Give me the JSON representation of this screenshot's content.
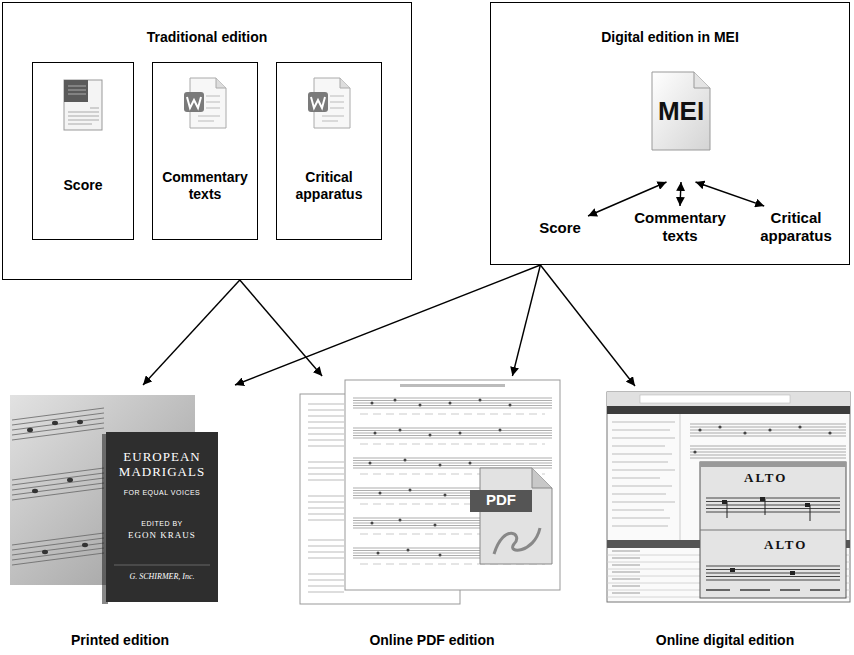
{
  "diagram": {
    "nodes": [
      {
        "text": [
          "Traditional edition"
        ]
      },
      {
        "text": [
          "Score"
        ],
        "in": 0
      },
      {
        "text": [
          "Commentary texts"
        ],
        "in": 0
      },
      {
        "text": [
          "Critical apparatus"
        ],
        "in": 0
      },
      {
        "text": [
          "Digital edition in MEI"
        ]
      },
      {
        "text": [
          "MEI"
        ],
        "in": 4
      },
      {
        "text": [
          "Score"
        ],
        "in": 4
      },
      {
        "text": [
          "Commentary texts"
        ],
        "in": 4
      },
      {
        "text": [
          "Critical apparatus"
        ],
        "in": 4
      },
      {
        "text": [
          "Printed edition"
        ]
      },
      {
        "text": [
          "Online PDF edition"
        ]
      },
      {
        "text": [
          "Online digital edition"
        ]
      }
    ],
    "edges": [
      {
        "from": 5,
        "to": 6,
        "arrow": "both"
      },
      {
        "from": 5,
        "to": 7,
        "arrow": "both"
      },
      {
        "from": 5,
        "to": 8,
        "arrow": "both"
      },
      {
        "from": 0,
        "to": 9,
        "arrow": "to"
      },
      {
        "from": 0,
        "to": 10,
        "arrow": "to"
      },
      {
        "from": 4,
        "to": 9,
        "arrow": "to"
      },
      {
        "from": 4,
        "to": 10,
        "arrow": "to"
      },
      {
        "from": 4,
        "to": 11,
        "arrow": "to"
      }
    ],
    "labels": [
      "EUROPEAN MADRIGALS",
      "FOR EQUAL VOICES",
      "EDITED BY",
      "EGON KRAUS",
      "G. SCHIRMER, Inc.",
      "PDF",
      "ALTO",
      "ALTO"
    ]
  }
}
